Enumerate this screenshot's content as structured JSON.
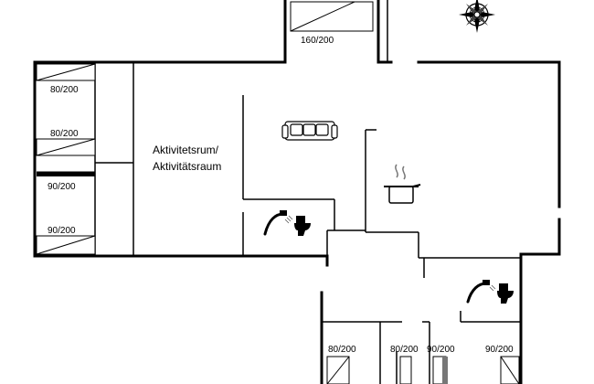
{
  "plan": {
    "room_label_line1": "Aktivitetsrum/",
    "room_label_line2": "Aktivitätsraum",
    "bed_labels": [
      "160/200",
      "80/200",
      "80/200",
      "90/200",
      "90/200",
      "80/200",
      "80/200",
      "90/200",
      "90/200"
    ],
    "icons": [
      "compass-rose-icon",
      "sofa-icon",
      "kitchen-pot-icon",
      "shower-icon",
      "toilet-icon",
      "bed-icon"
    ]
  }
}
